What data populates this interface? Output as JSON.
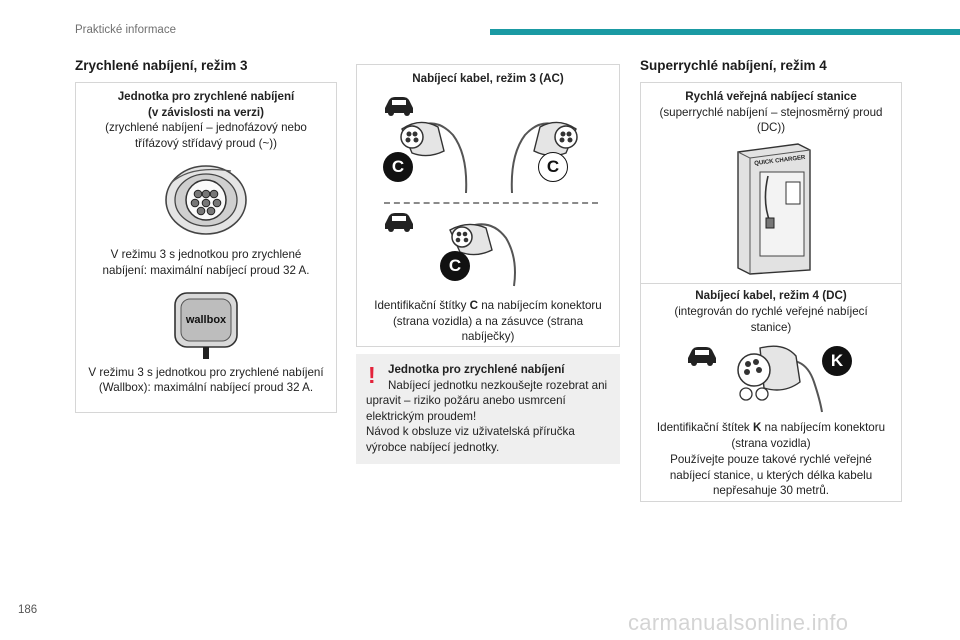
{
  "header": {
    "section": "Praktické informace",
    "page_number": "186"
  },
  "watermark": "carmanualsonline.info",
  "col1": {
    "title": "Zrychlené nabíjení, režim 3",
    "unit_title_line1": "Jednotka pro zrychlené nabíjení",
    "unit_title_line2": "(v závislosti na verzi)",
    "unit_sub": "(zrychlené nabíjení – jednofázový nebo třífázový střídavý proud (~))",
    "text1": "V režimu 3 s jednotkou pro zrychlené nabíjení: maximální nabíjecí proud 32 A.",
    "wallbox_logo": "wallbox",
    "text2": "V režimu 3 s jednotkou pro zrychlené nabíjení (Wallbox): maximální nabíjecí proud 32 A."
  },
  "col2": {
    "cable_title": "Nabíjecí kabel, režim 3 (AC)",
    "label_c": "C",
    "ident_pre": "Identifikační štítky ",
    "ident_letter": "C",
    "ident_post": " na nabíjecím konektoru (strana vozidla) a na zásuvce (strana nabíječky)",
    "warning_title": "Jednotka pro zrychlené nabíjení",
    "warning_body": "Nabíjecí jednotku nezkoušejte rozebrat ani upravit – riziko požáru anebo usmrcení elektrickým proudem!",
    "warning_body2": "Návod k obsluze viz uživatelská příručka výrobce nabíjecí jednotky."
  },
  "col3": {
    "title": "Superrychlé nabíjení, režim 4",
    "station_title": "Rychlá veřejná nabíjecí stanice",
    "station_sub": "(superrychlé nabíjení – stejnosměrný proud (DC))",
    "station_sign": "QUICK CHARGER",
    "cable_title": "Nabíjecí kabel, režim 4 (DC)",
    "cable_sub": "(integrován do rychlé veřejné nabíjecí stanice)",
    "label_k": "K",
    "ident_pre": "Identifikační štítek ",
    "ident_letter": "K",
    "ident_post": " na nabíjecím konektoru (strana vozidla)",
    "text2": "Používejte pouze takové rychlé veřejné nabíjecí stanice, u kterých délka kabelu nepřesahuje 30 metrů."
  },
  "colors": {
    "accent": "#1a9aa3",
    "warning": "#e3223a"
  }
}
